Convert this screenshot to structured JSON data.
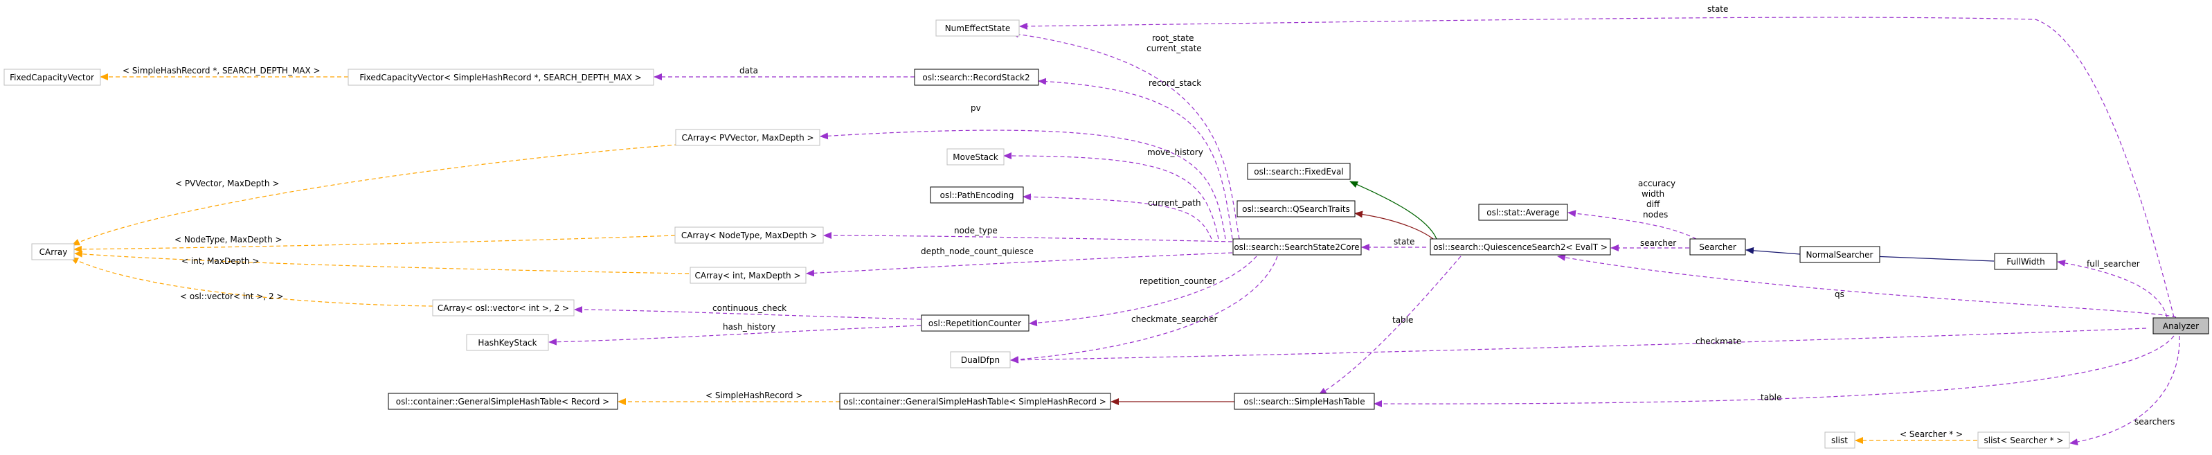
{
  "diagram": {
    "nodes": [
      {
        "id": "Analyzer",
        "label": "Analyzer",
        "style": "focus"
      },
      {
        "id": "NumEffectState",
        "label": "NumEffectState",
        "style": "grey"
      },
      {
        "id": "FixedCapacityVector",
        "label": "FixedCapacityVector",
        "style": "grey"
      },
      {
        "id": "FCV_SHR",
        "label": "FixedCapacityVector< SimpleHashRecord *, SEARCH_DEPTH_MAX >",
        "style": "grey"
      },
      {
        "id": "RecordStack2",
        "label": "osl::search::RecordStack2",
        "style": "black"
      },
      {
        "id": "CArray_PV",
        "label": "CArray< PVVector, MaxDepth >",
        "style": "grey"
      },
      {
        "id": "MoveStack",
        "label": "MoveStack",
        "style": "grey"
      },
      {
        "id": "PathEncoding",
        "label": "osl::PathEncoding",
        "style": "black"
      },
      {
        "id": "FixedEval",
        "label": "osl::search::FixedEval",
        "style": "black"
      },
      {
        "id": "QSearchTraits",
        "label": "osl::search::QSearchTraits",
        "style": "black"
      },
      {
        "id": "Average",
        "label": "osl::stat::Average",
        "style": "black"
      },
      {
        "id": "CArray",
        "label": "CArray",
        "style": "grey"
      },
      {
        "id": "CArray_NodeType",
        "label": "CArray< NodeType, MaxDepth >",
        "style": "grey"
      },
      {
        "id": "SearchState2Core",
        "label": "osl::search::SearchState2Core",
        "style": "black"
      },
      {
        "id": "QuiescenceSearch2",
        "label": "osl::search::QuiescenceSearch2< EvalT >",
        "style": "black"
      },
      {
        "id": "Searcher",
        "label": "Searcher",
        "style": "black"
      },
      {
        "id": "NormalSearcher",
        "label": "NormalSearcher",
        "style": "black"
      },
      {
        "id": "FullWidth",
        "label": "FullWidth",
        "style": "black"
      },
      {
        "id": "CArray_int",
        "label": "CArray< int, MaxDepth >",
        "style": "grey"
      },
      {
        "id": "CArray_vec",
        "label": "CArray< osl::vector< int >, 2 >",
        "style": "grey"
      },
      {
        "id": "RepetitionCounter",
        "label": "osl::RepetitionCounter",
        "style": "black"
      },
      {
        "id": "HashKeyStack",
        "label": "HashKeyStack",
        "style": "grey"
      },
      {
        "id": "DualDfpn",
        "label": "DualDfpn",
        "style": "grey"
      },
      {
        "id": "GSHT_Record",
        "label": "osl::container::GeneralSimpleHashTable< Record >",
        "style": "black"
      },
      {
        "id": "GSHT_SHR",
        "label": "osl::container::GeneralSimpleHashTable< SimpleHashRecord >",
        "style": "black"
      },
      {
        "id": "SimpleHashTable",
        "label": "osl::search::SimpleHashTable",
        "style": "black"
      },
      {
        "id": "slist",
        "label": "slist",
        "style": "grey"
      },
      {
        "id": "slist_Searcher",
        "label": "slist< Searcher * >",
        "style": "grey"
      }
    ],
    "edge_labels": {
      "state_top": "state",
      "data": "data",
      "shr_template": "< SimpleHashRecord *, SEARCH_DEPTH_MAX >",
      "root_state": "root_state",
      "current_state": "current_state",
      "record_stack": "record_stack",
      "pv": "pv",
      "pv_template": "< PVVector, MaxDepth >",
      "move_history": "move_history",
      "current_path": "current_path",
      "accuracy": "accuracy",
      "width": "width",
      "diff": "diff",
      "nodes": "nodes",
      "nodetype_template": "< NodeType, MaxDepth >",
      "node_type": "node_type",
      "int_template": "< int, MaxDepth >",
      "depth_node_count_quiesce": "depth_node_count_quiesce",
      "state_mid": "state",
      "searcher": "searcher",
      "full_searcher": "full_searcher",
      "vec_template": "< osl::vector< int >, 2 >",
      "continuous_check": "continuous_check",
      "repetition_counter": "repetition_counter",
      "hash_history": "hash_history",
      "qs": "qs",
      "table_mid": "table",
      "checkmate_searcher": "checkmate_searcher",
      "checkmate": "checkmate",
      "simplehash_template": "< SimpleHashRecord >",
      "table_bottom": "table",
      "searcher_ptr_template": "< Searcher * >",
      "searchers": "searchers"
    },
    "colors": {
      "member_edge": "#9a32cd",
      "template_edge": "#ffa500",
      "inherit_public": "#191970",
      "inherit_protected": "#006400",
      "inherit_private": "#8b1a1a",
      "grey_border": "#bfbfbf",
      "focus_fill": "#bfbfbf"
    }
  }
}
